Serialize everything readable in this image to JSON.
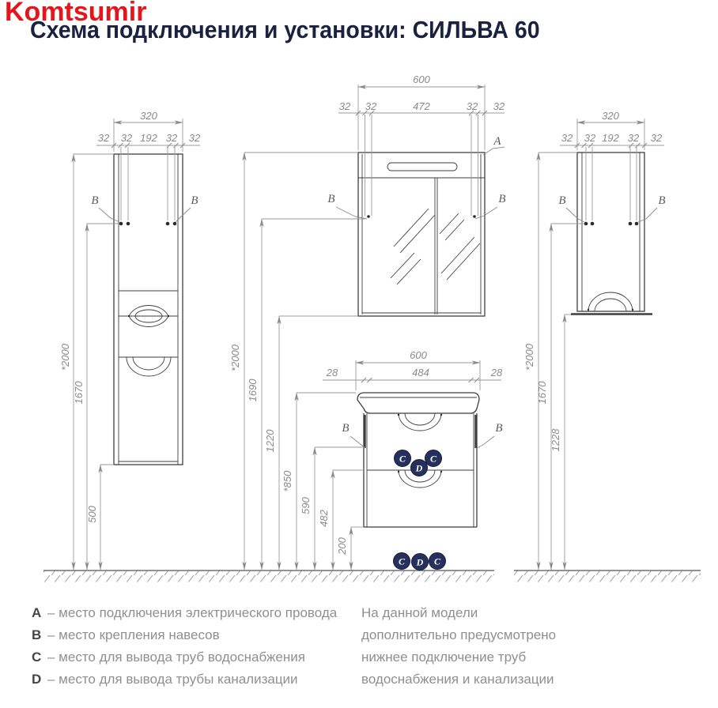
{
  "watermark": "Komtsumir",
  "title": "Схема подключения и установки: СИЛЬВА 60",
  "colors": {
    "brand_red": "#e5161b",
    "title_navy": "#1a2240",
    "port_circle_navy": "#25305c",
    "drawing_line": "#3e3e3e",
    "dimension_gray": "#8a8a8a"
  },
  "left_view": {
    "width_total": "320",
    "width_segments": [
      "32",
      "32",
      "192",
      "32",
      "32"
    ],
    "height_total": "*2000",
    "height_mount": "1670",
    "height_clearance": "500",
    "callout_left": "B",
    "callout_right": "B"
  },
  "mirror_view": {
    "width_total": "600",
    "width_segments": [
      "32",
      "32",
      "472",
      "32",
      "32"
    ],
    "callout_power": "A",
    "callout_left": "B",
    "callout_right": "B"
  },
  "vanity_view": {
    "width_total": "600",
    "width_segments": [
      "28",
      "484",
      "28"
    ],
    "height_total": "*2000",
    "height_mirror_mount": "1690",
    "height_mirror_bottom": "1220",
    "height_basin": "*850",
    "height_mount": "590",
    "height_drawer": "482",
    "height_clearance": "200",
    "callout_left": "B",
    "callout_right": "B",
    "wall_ports": [
      "C",
      "D",
      "C"
    ],
    "floor_ports": [
      "C",
      "D",
      "C"
    ]
  },
  "right_view": {
    "width_total": "320",
    "width_segments": [
      "32",
      "32",
      "192",
      "32",
      "32"
    ],
    "height_total": "*2000",
    "height_mount": "1670",
    "height_bottom": "1228",
    "callout_left": "B",
    "callout_right": "B"
  },
  "legend": {
    "items": [
      {
        "letter": "A",
        "text": "– место подключения электрического провода"
      },
      {
        "letter": "B",
        "text": "– место крепления навесов"
      },
      {
        "letter": "C",
        "text": "– место для вывода труб водоснабжения"
      },
      {
        "letter": "D",
        "text": "– место для вывода трубы канализации"
      }
    ],
    "note_lines": [
      "На данной модели",
      "дополнительно предусмотрено",
      "нижнее подключение труб",
      "водоснабжения и канализации"
    ]
  }
}
